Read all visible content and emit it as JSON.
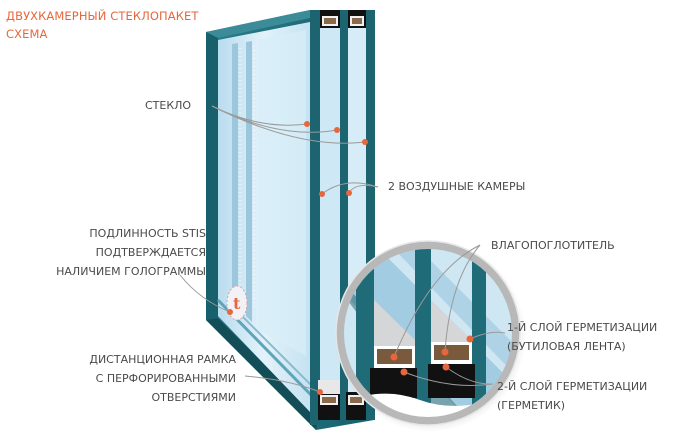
{
  "title": {
    "line1": "ДВУХКАМЕРНЫЙ СТЕКЛОПАКЕТ",
    "line2": "СХЕМА"
  },
  "labels": {
    "glass": "СТЕКЛО",
    "air_chambers": "2 ВОЗДУШНЫЕ КАМЕРЫ",
    "authenticity": [
      "ПОДЛИННОСТЬ STIS",
      "ПОДТВЕРЖДАЕТСЯ",
      "НАЛИЧИЕМ ГОЛОГРАММЫ"
    ],
    "spacer": [
      "ДИСТАНЦИОННАЯ РАМКА",
      "С ПЕРФОРИРОВАННЫМИ",
      "ОТВЕРСТИЯМИ"
    ],
    "desiccant": "ВЛАГОПОГЛОТИТЕЛЬ",
    "seal1": [
      "1-Й СЛОЙ ГЕРМЕТИЗАЦИИ",
      "(БУТИЛОВАЯ ЛЕНТА)"
    ],
    "seal2": [
      "2-Й СЛОЙ ГЕРМЕТИЗАЦИИ",
      "(ГЕРМЕТИК)"
    ]
  },
  "colors": {
    "accent": "#e8663c",
    "frame": "#1f6b78",
    "frame_dark": "#134d57",
    "glass": "#c9e4f2",
    "text": "#4a4a4a",
    "leader": "#9a9a9a"
  }
}
